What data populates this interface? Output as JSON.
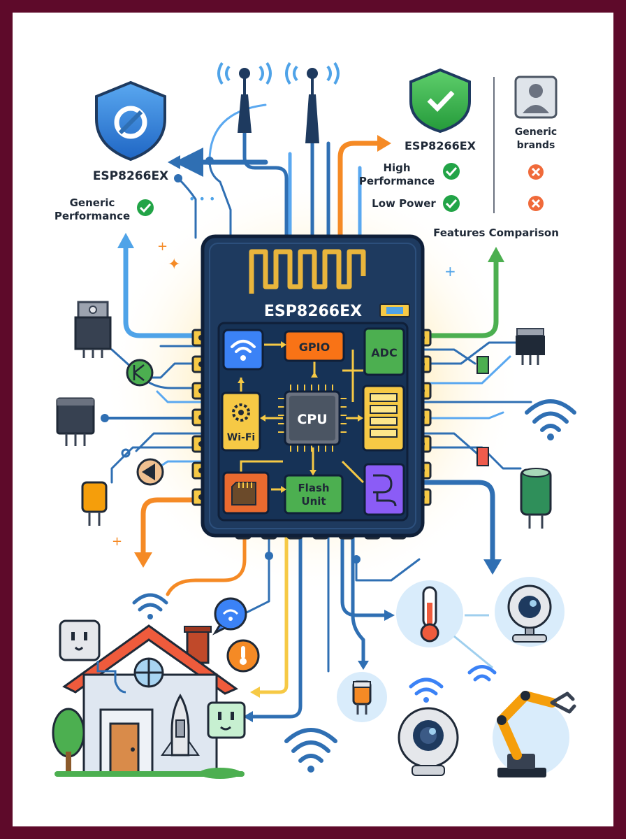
{
  "left_panel": {
    "title": "ESP8266EX",
    "feature": "Generic\nPerformance"
  },
  "right_panel": {
    "title": "ESP8266EX",
    "features": [
      "High\nPerformance",
      "Low Power"
    ],
    "generic_label": "Generic\nbrands",
    "caption": "Features Comparison"
  },
  "chip": {
    "title": "ESP8266EX",
    "blocks": {
      "gpio": "GPIO",
      "adc": "ADC",
      "cpu": "CPU",
      "wifi": "Wi-Fi",
      "flash": "Flash\nUnit"
    }
  },
  "colors": {
    "frame": "#5e0a2a",
    "chip_body": "#1e3a5f",
    "wifi_block": "#3b82f6",
    "gpio_block": "#f97316",
    "adc_block": "#4caf50",
    "memory_block": "#f6c945",
    "logic_block": "#8b5cf6",
    "sd_block": "#ea6a2f",
    "flash_block": "#4caf50",
    "check": "#22a447",
    "cross": "#f06a3a"
  }
}
